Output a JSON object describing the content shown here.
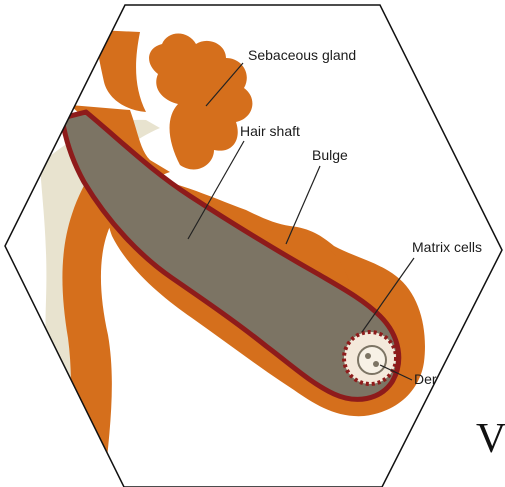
{
  "diagram": {
    "labels": {
      "sebaceous_gland": "Sebaceous gland",
      "hair_shaft": "Hair shaft",
      "bulge": "Bulge",
      "matrix_cells": "Matrix cells",
      "dermal_papilla_cropped": "Derm"
    },
    "corner_fragment": "V"
  },
  "colors": {
    "follicle_orange": "#d56f1c",
    "hair_shaft_gray": "#7c7464",
    "shaft_outline_red": "#8e1b1b",
    "sebaceous_cream": "#e8e3cf",
    "hexagon_outline": "#111111"
  }
}
